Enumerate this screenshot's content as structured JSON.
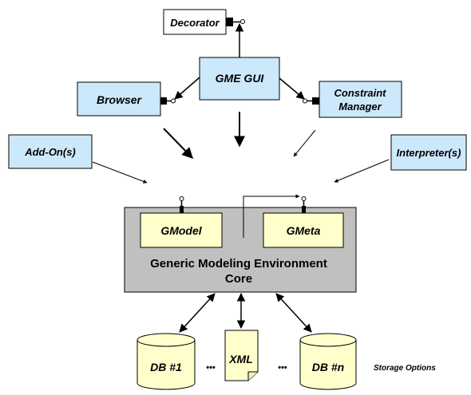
{
  "components": {
    "decorator": "Decorator",
    "gme_gui": "GME GUI",
    "browser": "Browser",
    "constraint_manager_line1": "Constraint",
    "constraint_manager_line2": "Manager",
    "add_ons": "Add-On(s)",
    "interpreters": "Interpreter(s)"
  },
  "core": {
    "gmodel": "GModel",
    "gmeta": "GMeta",
    "title_line1": "Generic Modeling Environment",
    "title_line2": "Core"
  },
  "storage": {
    "db1": "DB #1",
    "ellipsis": "•••",
    "xml": "XML",
    "dbn": "DB #n",
    "caption": "Storage Options"
  },
  "colors": {
    "box_fill": "#cce8fb",
    "core_fill": "#c0c0c0",
    "module_fill": "#ffffcc",
    "stroke": "#000000"
  }
}
